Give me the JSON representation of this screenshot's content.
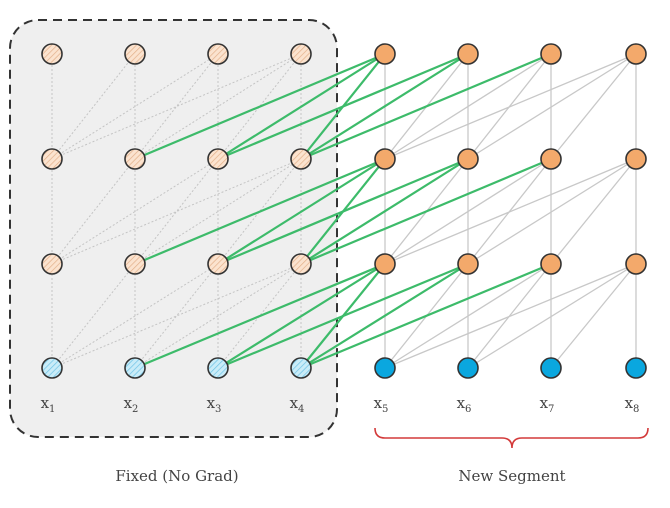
{
  "colors": {
    "fixed_node_fill": "#fbe3cf",
    "fixed_node_hatch": "#e2b08a",
    "fixed_input_fill": "#c9ecf8",
    "fixed_input_hatch": "#6ec3e6",
    "new_node_fill": "#f3a96b",
    "new_input_fill": "#0aa7df",
    "node_stroke": "#333333",
    "green_edge": "#3dbb6a",
    "gray_edge": "#c8c8c8",
    "dotted_edge": "#c4c4c4",
    "box_fill": "#efefef",
    "box_stroke": "#333333",
    "brace": "#d33a3a"
  },
  "labels": {
    "fixed": "Fixed (No Grad)",
    "new_segment": "New Segment"
  },
  "columns": [
    {
      "base": "x",
      "sub": "1",
      "segment": "fixed"
    },
    {
      "base": "x",
      "sub": "2",
      "segment": "fixed"
    },
    {
      "base": "x",
      "sub": "3",
      "segment": "fixed"
    },
    {
      "base": "x",
      "sub": "4",
      "segment": "fixed"
    },
    {
      "base": "x",
      "sub": "5",
      "segment": "new"
    },
    {
      "base": "x",
      "sub": "6",
      "segment": "new"
    },
    {
      "base": "x",
      "sub": "7",
      "segment": "new"
    },
    {
      "base": "x",
      "sub": "8",
      "segment": "new"
    }
  ],
  "layers": 4,
  "context_span": 3,
  "green_edge_targets": [
    4
  ]
}
